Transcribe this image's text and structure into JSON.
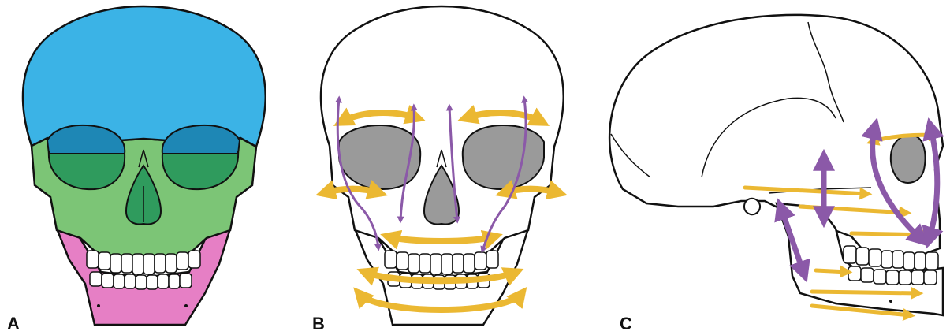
{
  "panels": [
    {
      "label": "A"
    },
    {
      "label": "B"
    },
    {
      "label": "C"
    }
  ],
  "colors": {
    "cranium": "#3BB3E6",
    "cranium_dark": "#1E87B5",
    "midface": "#7CC576",
    "midface_dark": "#2F9B5D",
    "mandible": "#E67FC5",
    "outline": "#111111",
    "orbit_gray": "#9A9A9A",
    "growth_vertical": "#8B59A8",
    "growth_horizontal": "#EBB832"
  },
  "icons": [
    "skull-frontal-colored",
    "skull-frontal-arrows",
    "skull-lateral-arrows"
  ]
}
